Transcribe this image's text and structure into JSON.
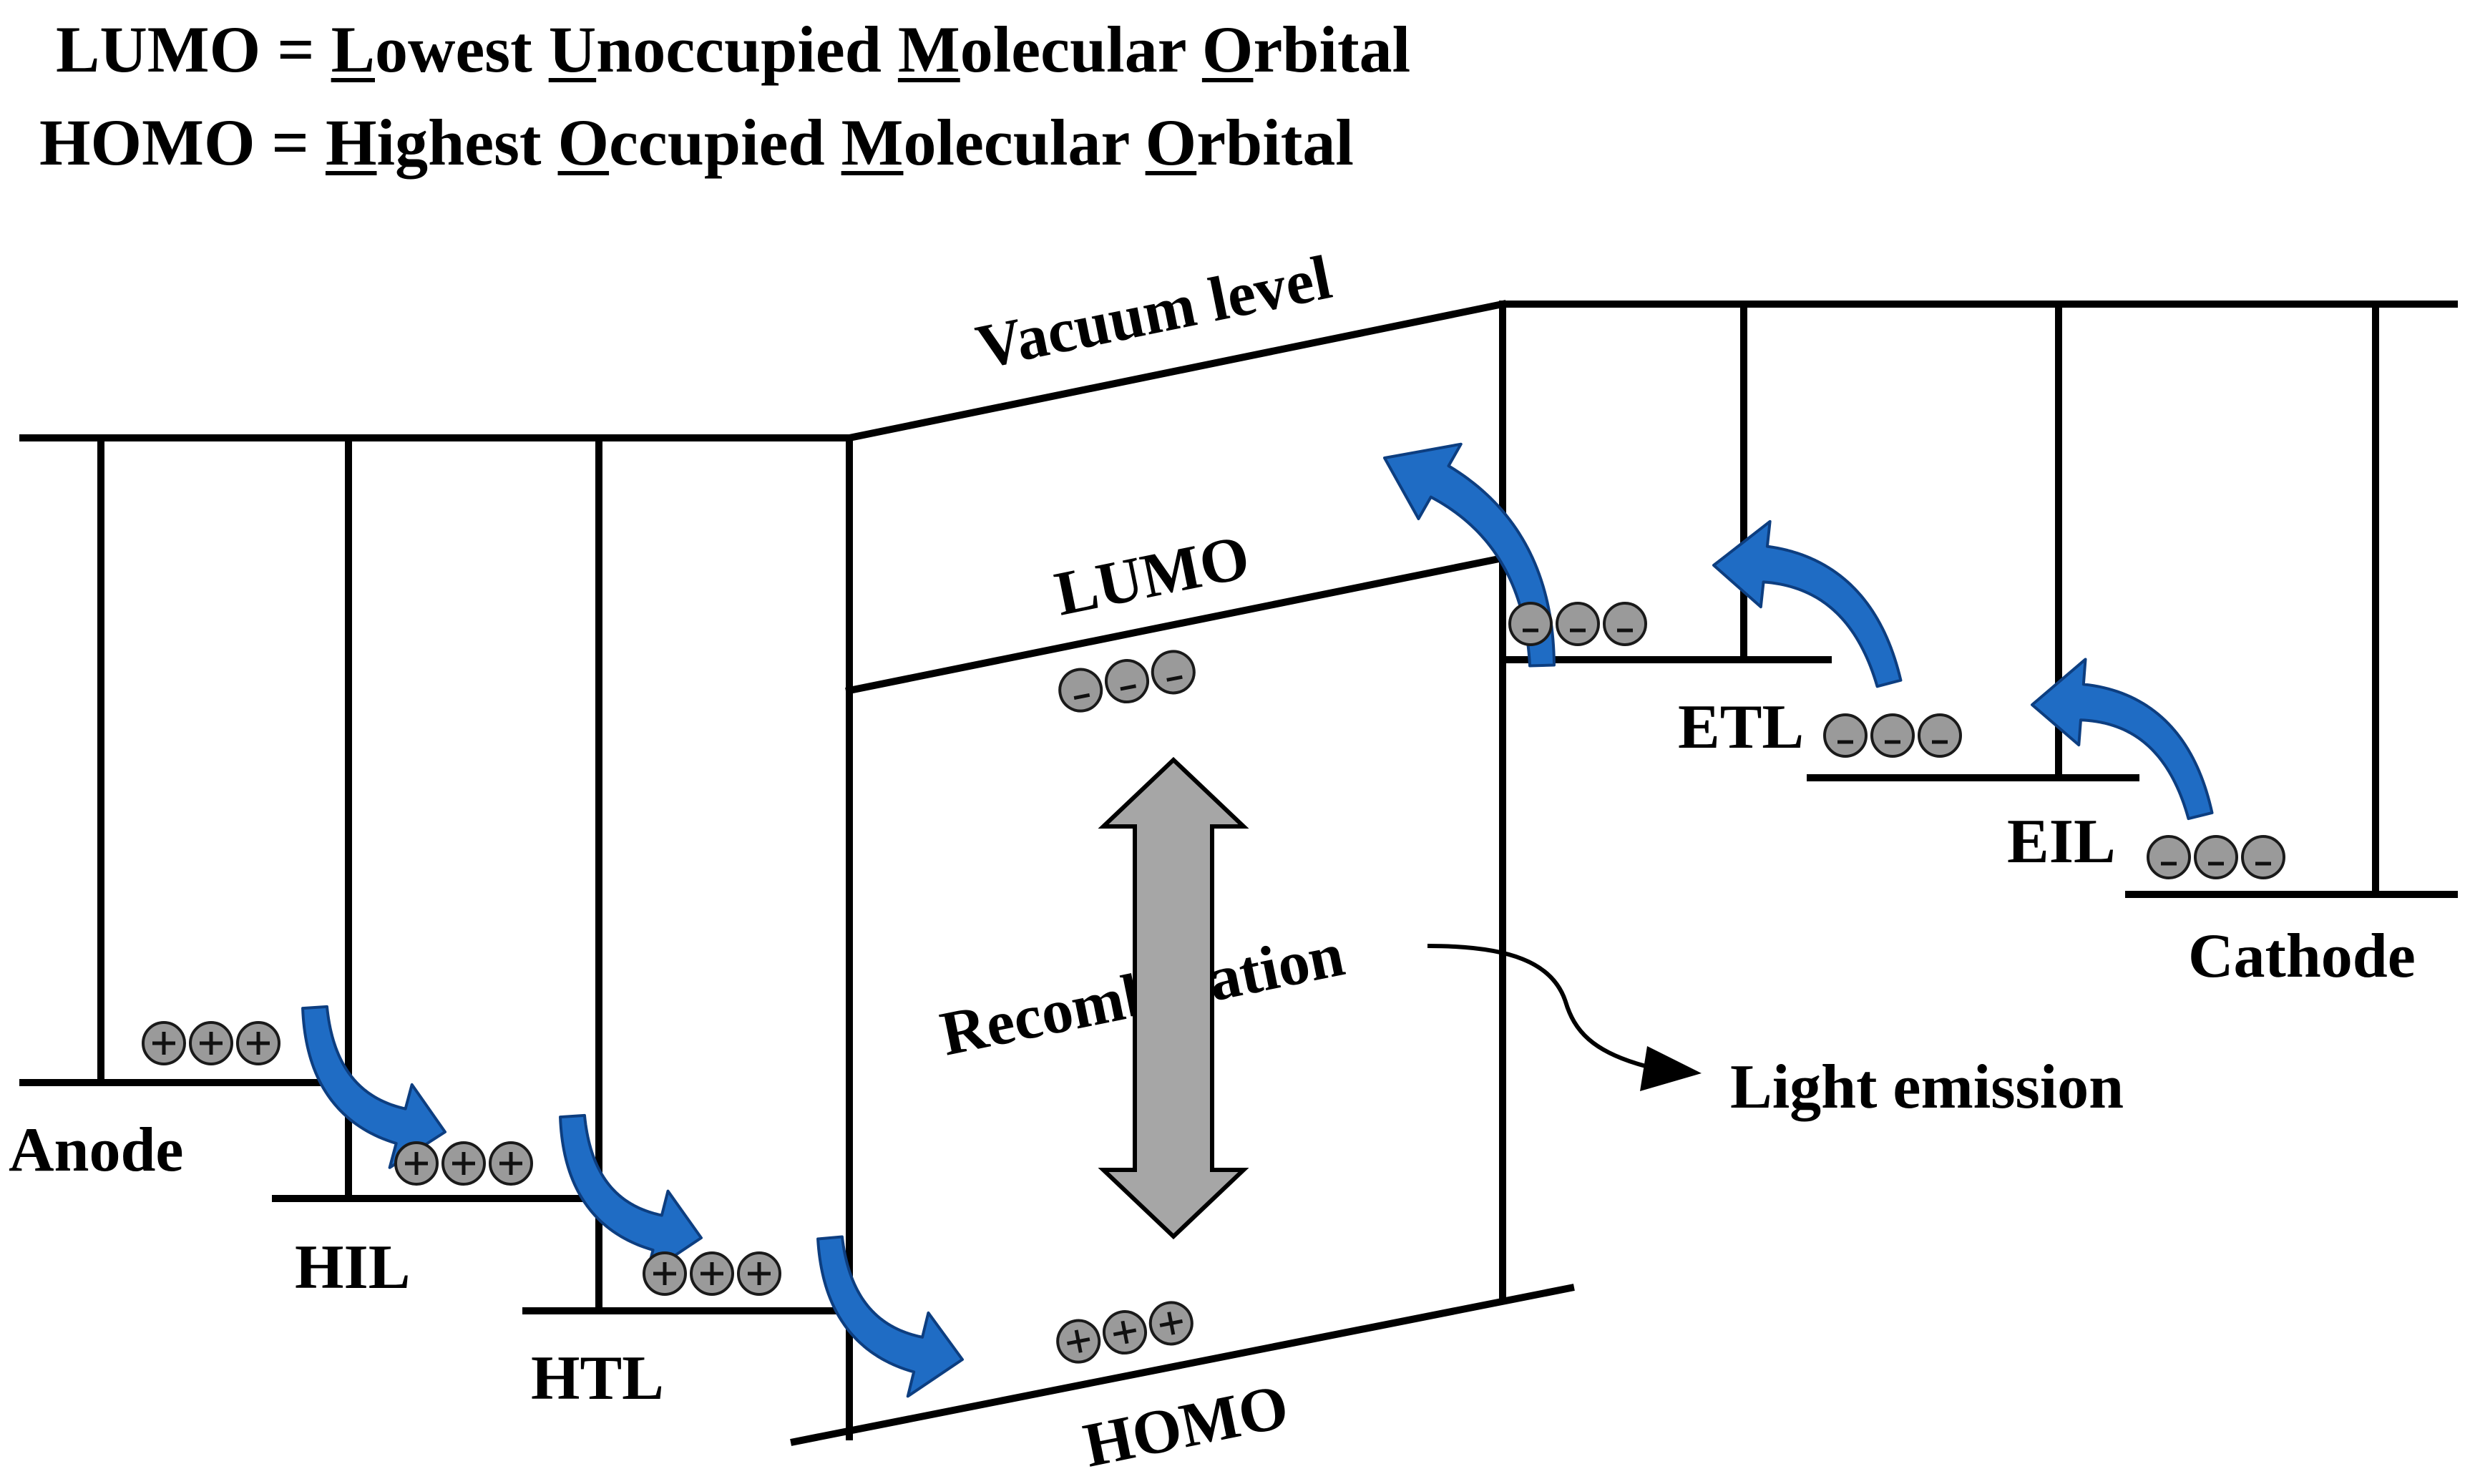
{
  "definitions": [
    {
      "acronym": "LUMO",
      "equals": " = ",
      "words": [
        {
          "initial": "L",
          "rest": "owest "
        },
        {
          "initial": "U",
          "rest": "noccupied "
        },
        {
          "initial": "M",
          "rest": "olecular "
        },
        {
          "initial": "O",
          "rest": "rbital"
        }
      ]
    },
    {
      "acronym": "HOMO",
      "equals": " = ",
      "words": [
        {
          "initial": "H",
          "rest": "ighest "
        },
        {
          "initial": "O",
          "rest": "ccupied "
        },
        {
          "initial": "M",
          "rest": "olecular "
        },
        {
          "initial": "O",
          "rest": "rbital"
        }
      ]
    }
  ],
  "labels": {
    "vacuum_level": "Vacuum level",
    "lumo": "LUMO",
    "homo": "HOMO",
    "anode": "Anode",
    "hil": "HIL",
    "htl": "HTL",
    "etl": "ETL",
    "eil": "EIL",
    "cathode": "Cathode",
    "recombination": "Recombination",
    "light_emission": "Light emission"
  },
  "charges": {
    "hole_symbol": "+",
    "electron_symbol": "-"
  },
  "colors": {
    "transfer_arrow": "#1f6cc4",
    "recombination_arrow": "#a6a6a6",
    "charge_fill": "#9a9a9a",
    "line": "#000000"
  },
  "icons": {
    "hole": "circle-plus",
    "electron": "circle-minus",
    "transfer_arrow": "curved-arrow",
    "recombination": "double-headed-arrow"
  }
}
